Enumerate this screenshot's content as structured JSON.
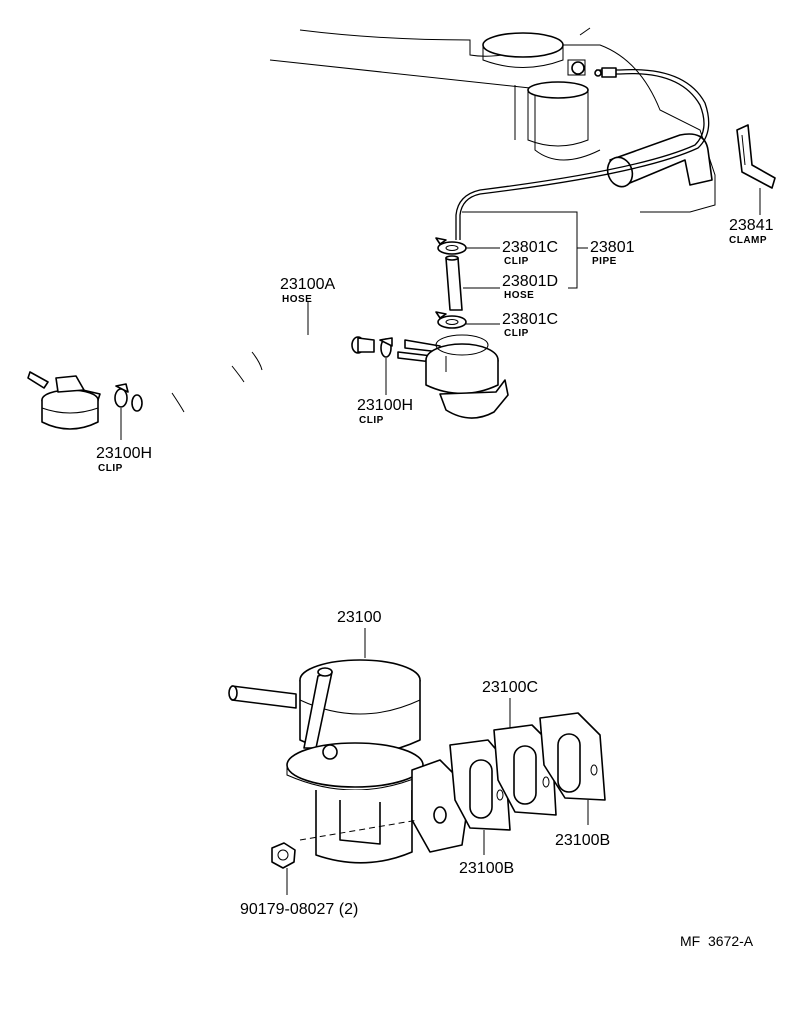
{
  "labels": {
    "clamp_23841": {
      "number": "23841",
      "name": "CLAMP"
    },
    "clip_23801c_upper": {
      "number": "23801C",
      "name": "CLIP"
    },
    "pipe_23801": {
      "number": "23801",
      "name": "PIPE"
    },
    "hose_23801d": {
      "number": "23801D",
      "name": "HOSE"
    },
    "clip_23801c_lower": {
      "number": "23801C",
      "name": "CLIP"
    },
    "hose_23100a": {
      "number": "23100A",
      "name": "HOSE"
    },
    "clip_23100h_center": {
      "number": "23100H",
      "name": "CLIP"
    },
    "clip_23100h_left": {
      "number": "23100H",
      "name": "CLIP"
    },
    "fuel_pump_23100": {
      "number": "23100"
    },
    "gasket_23100c": {
      "number": "23100C"
    },
    "gasket_23100b_right": {
      "number": "23100B"
    },
    "gasket_23100b_left": {
      "number": "23100B"
    },
    "nut_90179": {
      "number": "90179-08027 (2)"
    }
  },
  "figure_code": "MF  3672-A"
}
